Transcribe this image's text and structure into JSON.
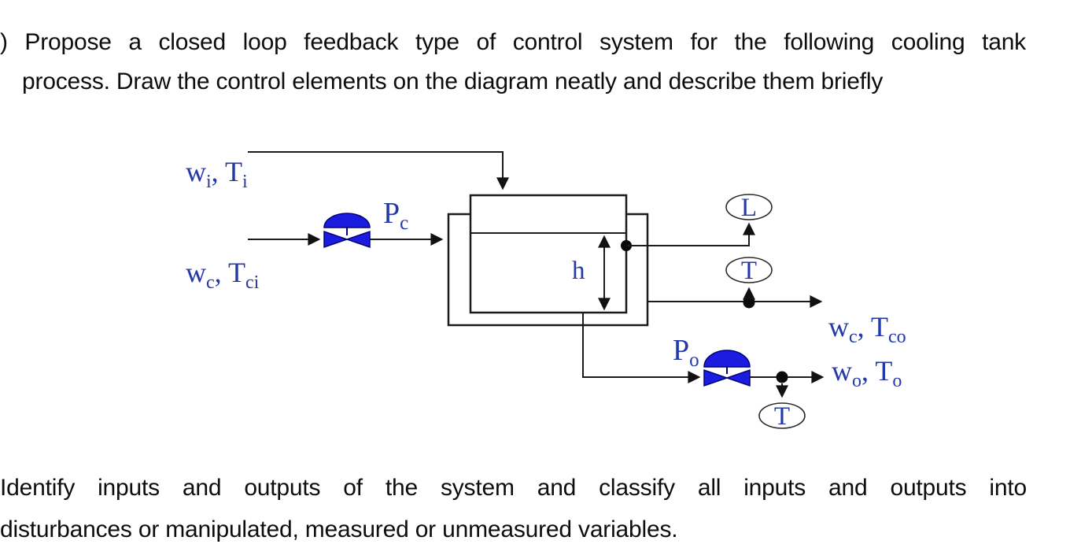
{
  "question": {
    "line1": ") Propose a closed loop feedback type of control system for the following cooling tank",
    "line2": "process. Draw the control elements on the diagram neatly and describe them briefly"
  },
  "task": {
    "line1": "Identify inputs and outputs of the system and classify all inputs and outputs into",
    "line2": "disturbances or manipulated, measured or unmeasured variables."
  },
  "diagram": {
    "labels": {
      "feed": {
        "main": "w",
        "sub1": "i",
        "mid": ", T",
        "sub2": "i"
      },
      "coolant_in": {
        "main": "w",
        "sub1": "c",
        "mid": ", T",
        "sub2": "ci"
      },
      "coolant_out": {
        "main": "w",
        "sub1": "c",
        "mid": ", T",
        "sub2": "co"
      },
      "outflow": {
        "main": "w",
        "sub1": "o",
        "mid": ", T",
        "sub2": "o"
      },
      "inlet_valve": {
        "main": "P",
        "sub1": "c"
      },
      "outlet_valve": {
        "main": "P",
        "sub1": "o"
      },
      "level_height": "h",
      "level_sensor": "L",
      "temp_sensor_jacket_outlet": "T",
      "temp_sensor_drain": "T"
    },
    "colors": {
      "valve_fill": "#1c1ce0",
      "valve_stroke": "#00007a",
      "label_text": "#2438a8",
      "line": "#1a1a1a"
    }
  }
}
